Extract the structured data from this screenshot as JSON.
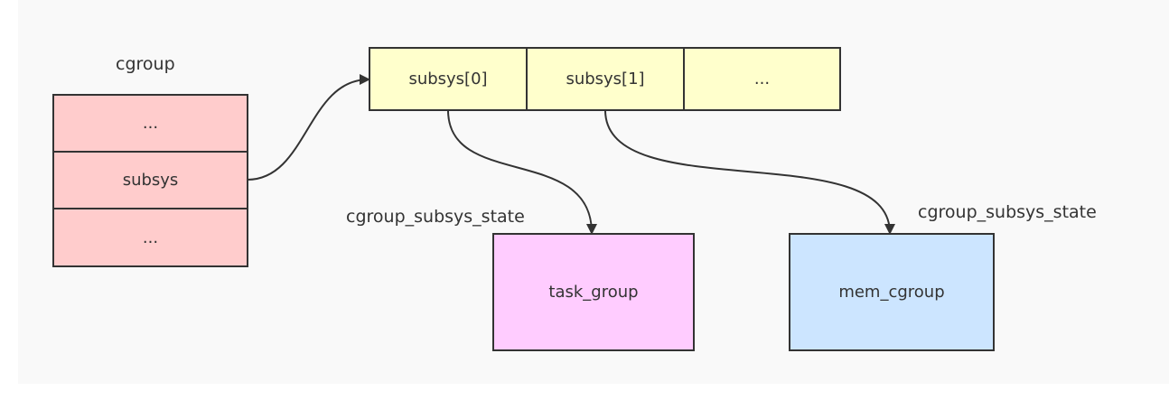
{
  "cgroup": {
    "title": "cgroup",
    "rows": [
      "...",
      "subsys",
      "..."
    ]
  },
  "subsys_array": {
    "cells": [
      "subsys[0]",
      "subsys[1]",
      "..."
    ]
  },
  "state_labels": {
    "left": "cgroup_subsys_state",
    "right": "cgroup_subsys_state"
  },
  "targets": {
    "task_group": "task_group",
    "mem_cgroup": "mem_cgroup"
  },
  "colors": {
    "cgroup_fill": "#ffcccc",
    "array_fill": "#ffffcc",
    "task_group_fill": "#ffccff",
    "mem_cgroup_fill": "#cce5ff",
    "stroke": "#333333",
    "background": "#f9f9f9"
  }
}
